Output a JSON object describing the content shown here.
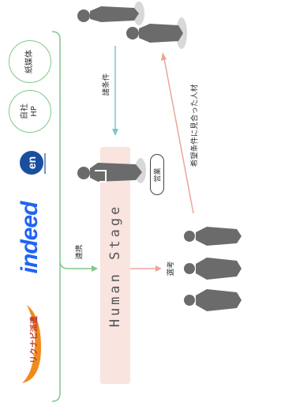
{
  "sources": {
    "paper_media": "紙媒体",
    "company_hp_line1": "自社",
    "company_hp_line2": "HP",
    "logo_en_text": "en",
    "logo_indeed_text": "indeed",
    "logo_rikunavi_text": "リクナビ派遣"
  },
  "labels": {
    "conditions": "諸条件",
    "sales": "営業",
    "collaboration": "連携",
    "selection": "選考",
    "matched_talent": "希望条件に見合った人材",
    "human_stage": "Human Stage"
  },
  "colors": {
    "brace": "#7fc98a",
    "arrow_teal": "#7cc7c4",
    "arrow_pink": "#eba59a",
    "stage_fill": "#f9e4e0",
    "person": "#6b6b6b",
    "indeed_blue": "#2164f3",
    "en_blue": "#1a4fa0",
    "rikunavi_orange": "#f08a1c"
  }
}
